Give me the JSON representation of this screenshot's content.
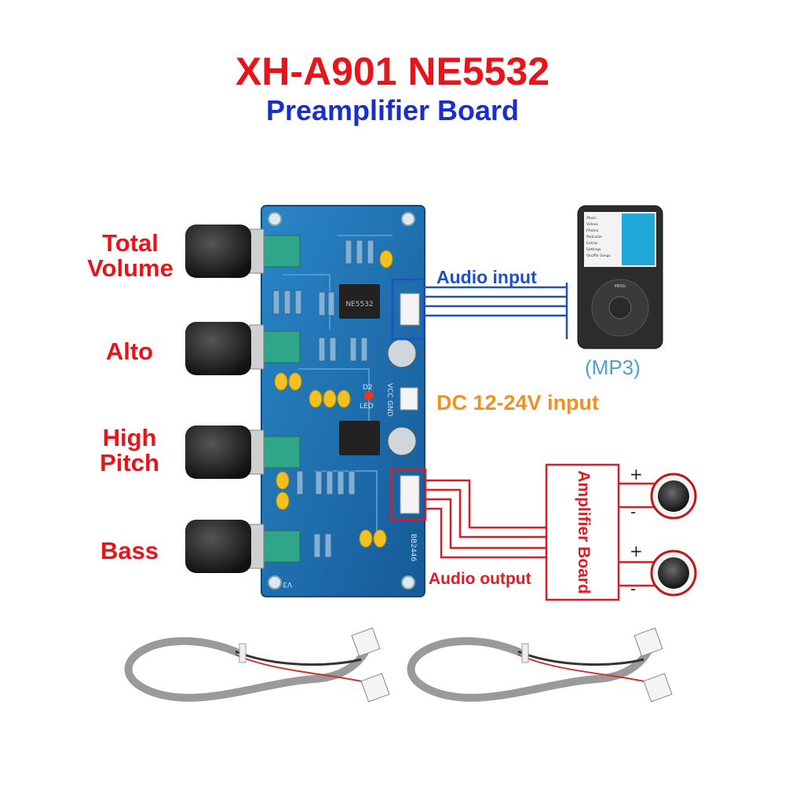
{
  "title": {
    "model": "XH-A901 NE5532",
    "subtitle": "Preamplifier Board"
  },
  "knobs": [
    {
      "label": "Total Volume"
    },
    {
      "label": "Alto"
    },
    {
      "label": "High Pitch"
    },
    {
      "label": "Bass"
    }
  ],
  "connections": {
    "audio_input": "Audio input",
    "source": "(MP3)",
    "dc_input": "DC 12-24V input",
    "audio_output": "Audio output",
    "amplifier": "Amplifier Board",
    "plus": "+",
    "minus": "-"
  },
  "board_silkscreen": {
    "chip1": "NE5532",
    "vcc": "VCC",
    "gnd": "GND",
    "d2": "D2",
    "led": "LED",
    "code": "BB2446",
    "rev": "V3"
  },
  "mp3_screen": {
    "menu_label": "MENU",
    "menu_items": [
      "Music",
      "Videos",
      "Photos",
      "Podcasts",
      "Extras",
      "Settings",
      "Shuffle Songs"
    ]
  },
  "colors": {
    "title_red": "#e8141c",
    "title_blue": "#1a2fc7",
    "input_blue": "#1e50c8",
    "output_red": "#e01b23",
    "dc_orange": "#f0901e",
    "mp3_cyan": "#4aa3c8",
    "pcb_blue": "#1a6fb0"
  }
}
